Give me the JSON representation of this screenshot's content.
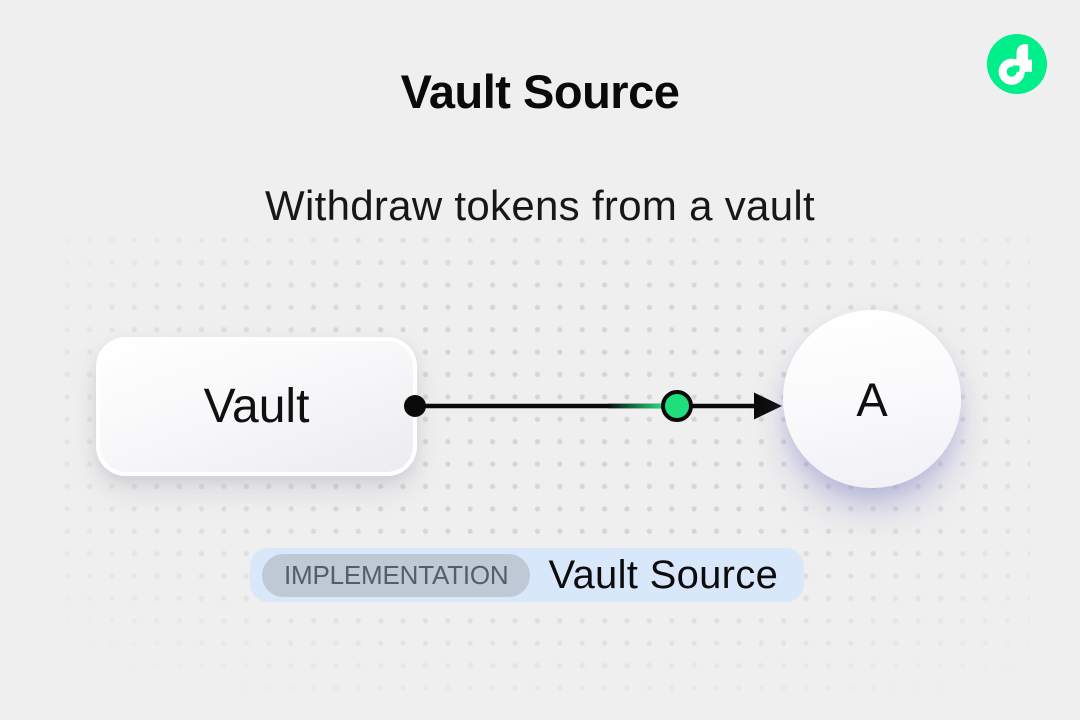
{
  "page": {
    "title": "Vault Source",
    "subtitle": "Withdraw tokens from a vault",
    "background_color": "#EFEFEF"
  },
  "logo": {
    "name": "Flow",
    "brand_color": "#00EF8B"
  },
  "diagram": {
    "nodes": [
      {
        "id": "vault",
        "label": "Vault",
        "shape": "rounded-rect"
      },
      {
        "id": "account",
        "label": "A",
        "shape": "circle"
      }
    ],
    "edge": {
      "from": "vault",
      "to": "account",
      "style": "arrow",
      "token_color": "#1FDE7C",
      "line_color": "#0A0A0A"
    }
  },
  "badge": {
    "tag": "IMPLEMENTATION",
    "label": "Vault Source",
    "container_color": "#D9E7FB",
    "tag_color": "#BFC8D5",
    "tag_text_color": "#575D65"
  }
}
